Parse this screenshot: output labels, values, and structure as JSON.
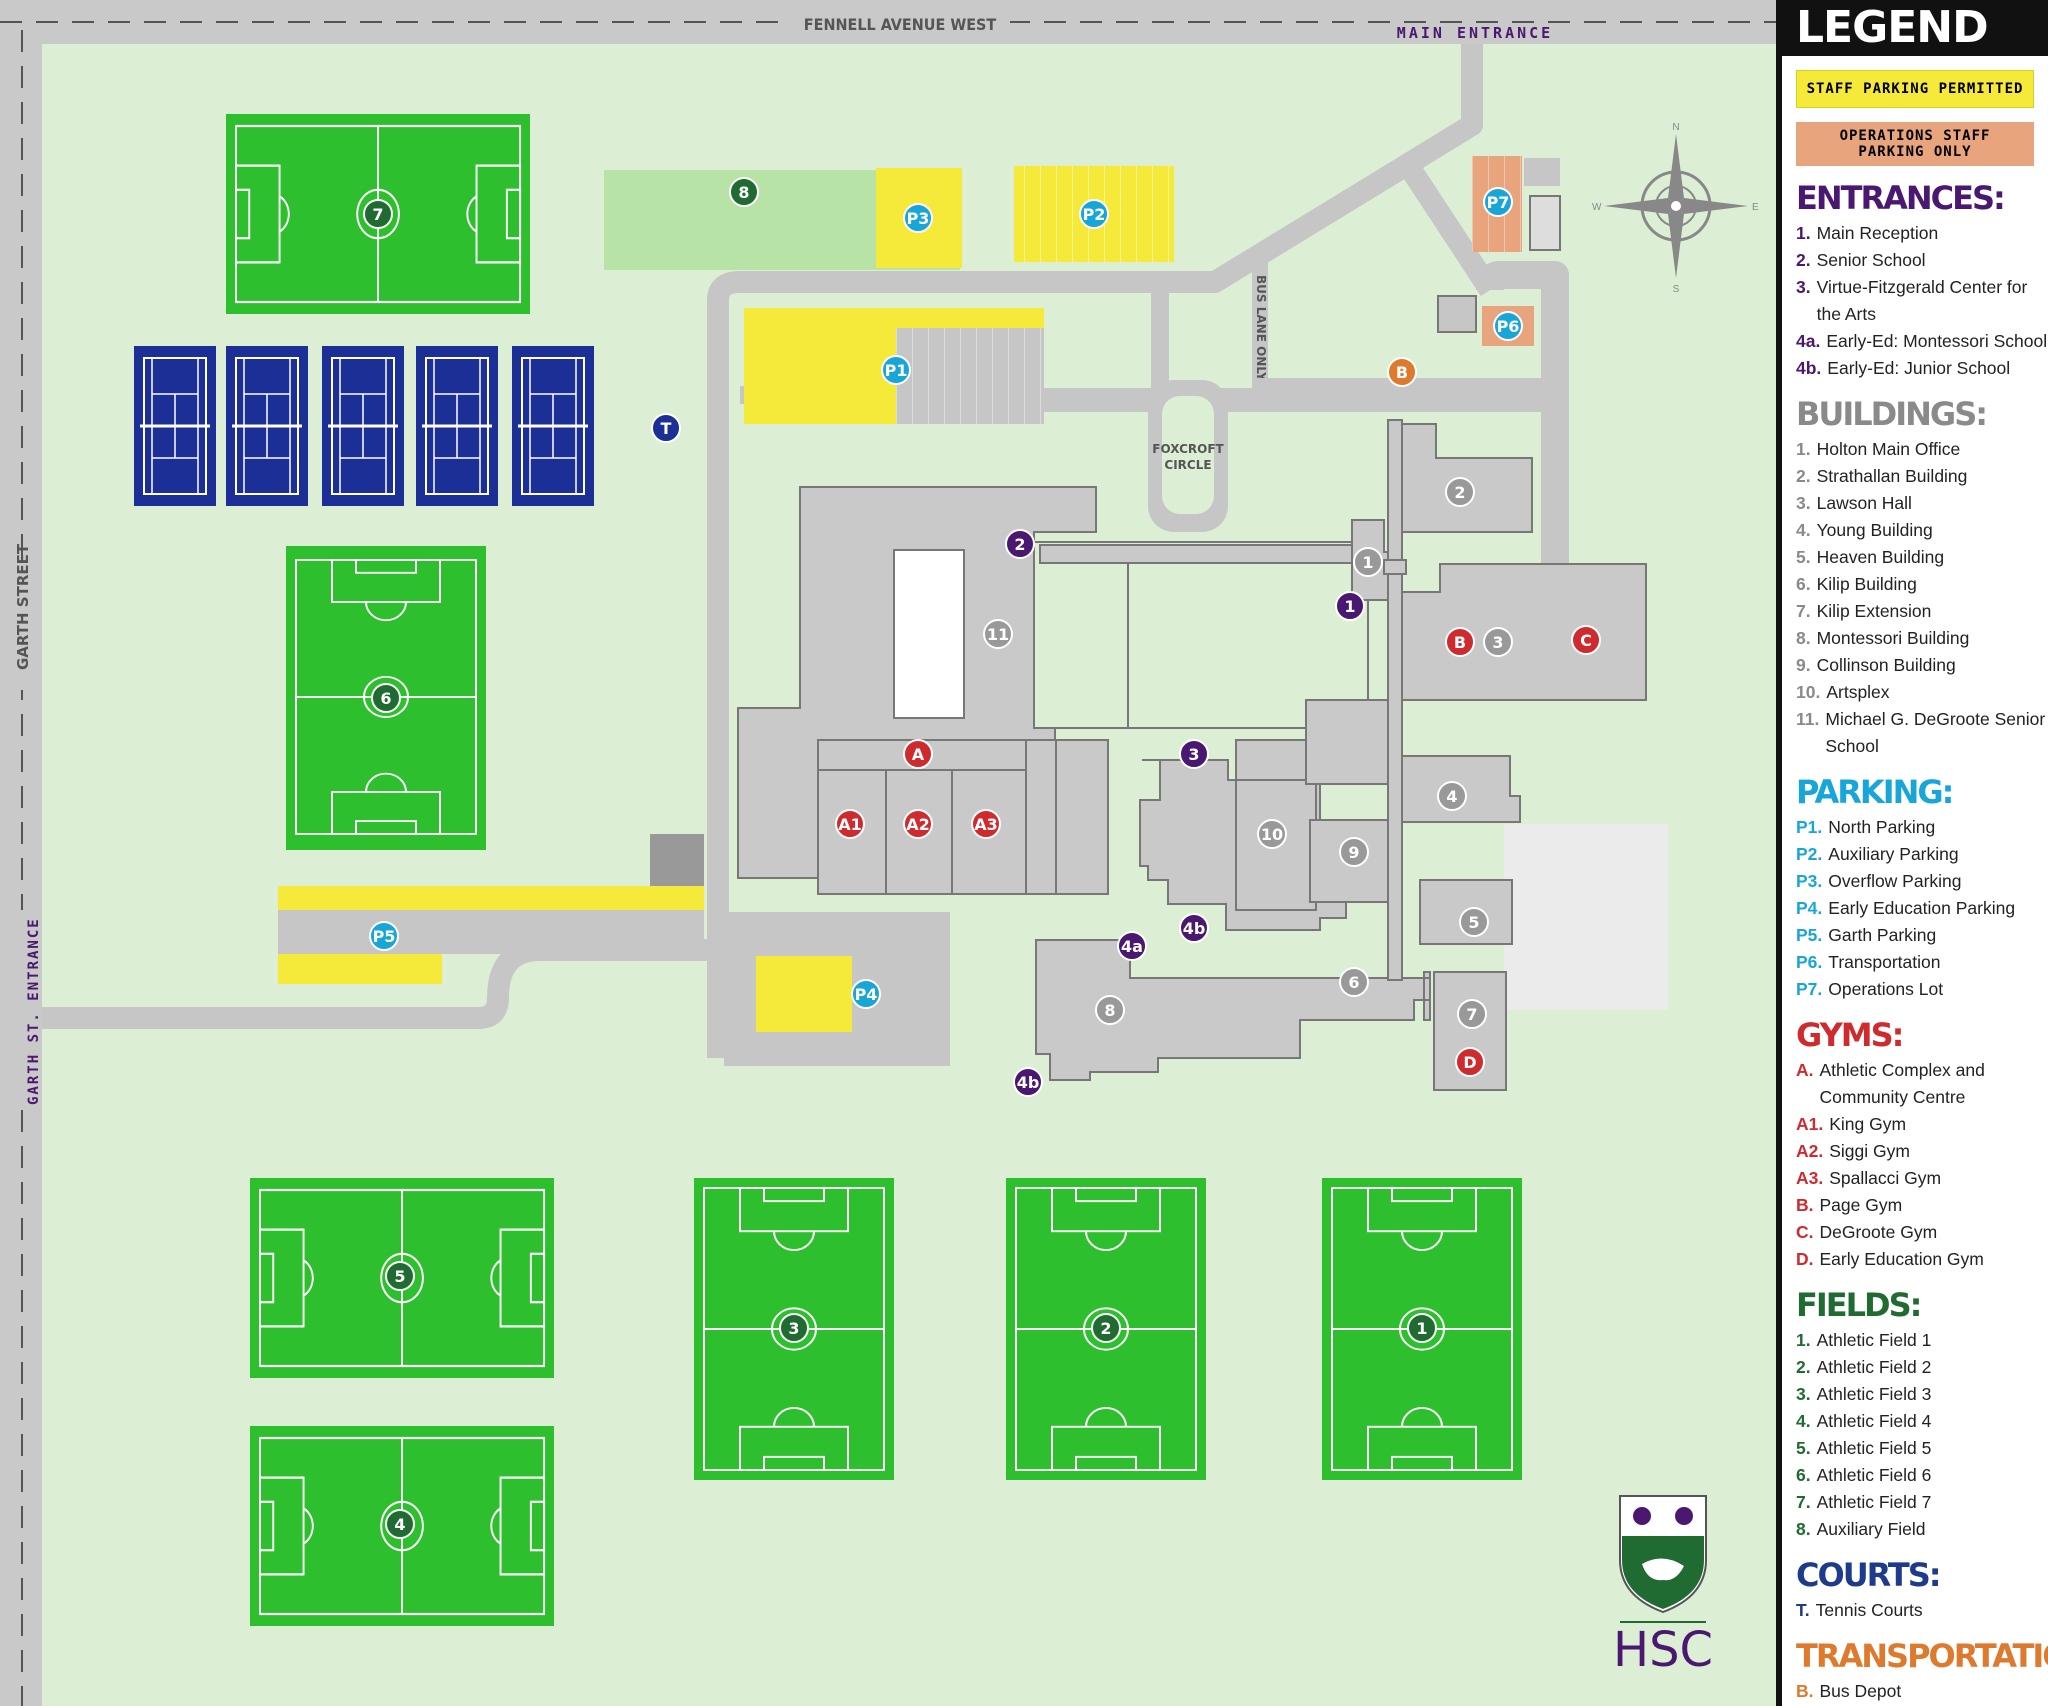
{
  "map": {
    "street_top": "FENNELL AVENUE WEST",
    "main_entrance": "MAIN ENTRANCE",
    "street_left": "GARTH STREET",
    "garth_entrance": "GARTH ST. ENTRANCE",
    "bus_lane": "BUS LANE ONLY",
    "foxcroft_line1": "FOXCROFT",
    "foxcroft_line2": "CIRCLE",
    "compass": {
      "n": "N",
      "s": "S",
      "e": "E",
      "w": "W"
    },
    "logo_text": "HSC",
    "fields": [
      "1",
      "2",
      "3",
      "4",
      "5",
      "6",
      "7",
      "8"
    ],
    "parking": [
      "P1",
      "P2",
      "P3",
      "P4",
      "P5",
      "P6",
      "P7"
    ],
    "buildings": [
      "1",
      "2",
      "3",
      "4",
      "5",
      "6",
      "7",
      "8",
      "9",
      "10",
      "11"
    ],
    "entrances": [
      "1",
      "2",
      "3",
      "4a",
      "4b",
      "4b"
    ],
    "gyms": [
      "A",
      "A1",
      "A2",
      "A3",
      "B",
      "C",
      "D"
    ],
    "court": "T",
    "bus": "B",
    "colors": {
      "grass": "#dcefd5",
      "field": "#2dbf2d",
      "court": "#1c2f97",
      "building": "#c9c9c9",
      "road": "#c6c6c6",
      "parking_staff": "#f5ea3a",
      "parking_ops": "#e7a47d",
      "entrance": "#4a1870",
      "gym": "#cf2b2f",
      "parking_marker": "#18a6d9",
      "field_marker": "#1f6b32",
      "bus": "#de7a2e"
    }
  },
  "legend": {
    "title": "LEGEND",
    "staff_parking": "STAFF PARKING PERMITTED",
    "ops_parking_1": "OPERATIONS STAFF",
    "ops_parking_2": "PARKING ONLY",
    "entrances": {
      "heading": "ENTRANCES:",
      "items": [
        {
          "k": "1.",
          "t": "Main Reception"
        },
        {
          "k": "2.",
          "t": "Senior School"
        },
        {
          "k": "3.",
          "t": "Virtue-Fitzgerald Center for the Arts"
        },
        {
          "k": "4a.",
          "t": "Early-Ed: Montessori School"
        },
        {
          "k": "4b.",
          "t": "Early-Ed: Junior School"
        }
      ]
    },
    "buildings": {
      "heading": "BUILDINGS:",
      "items": [
        {
          "k": "1.",
          "t": "Holton Main Office"
        },
        {
          "k": "2.",
          "t": "Strathallan Building"
        },
        {
          "k": "3.",
          "t": "Lawson Hall"
        },
        {
          "k": "4.",
          "t": "Young Building"
        },
        {
          "k": "5.",
          "t": "Heaven Building"
        },
        {
          "k": "6.",
          "t": "Kilip Building"
        },
        {
          "k": "7.",
          "t": "Kilip Extension"
        },
        {
          "k": "8.",
          "t": "Montessori Building"
        },
        {
          "k": "9.",
          "t": "Collinson Building"
        },
        {
          "k": "10.",
          "t": "Artsplex"
        },
        {
          "k": "11.",
          "t": "Michael G. DeGroote Senior School"
        }
      ]
    },
    "parking": {
      "heading": "PARKING:",
      "items": [
        {
          "k": "P1.",
          "t": "North Parking"
        },
        {
          "k": "P2.",
          "t": "Auxiliary Parking"
        },
        {
          "k": "P3.",
          "t": "Overflow Parking"
        },
        {
          "k": "P4.",
          "t": "Early Education Parking"
        },
        {
          "k": "P5.",
          "t": "Garth Parking"
        },
        {
          "k": "P6.",
          "t": "Transportation"
        },
        {
          "k": "P7.",
          "t": "Operations Lot"
        }
      ]
    },
    "gyms": {
      "heading": "GYMS:",
      "items": [
        {
          "k": "A.",
          "t": "Athletic Complex and Community Centre"
        },
        {
          "k": "A1.",
          "t": "King Gym"
        },
        {
          "k": "A2.",
          "t": "Siggi Gym"
        },
        {
          "k": "A3.",
          "t": "Spallacci Gym"
        },
        {
          "k": "B.",
          "t": "Page Gym"
        },
        {
          "k": "C.",
          "t": "DeGroote Gym"
        },
        {
          "k": "D.",
          "t": "Early Education Gym"
        }
      ]
    },
    "fields": {
      "heading": "FIELDS:",
      "items": [
        {
          "k": "1.",
          "t": "Athletic Field 1"
        },
        {
          "k": "2.",
          "t": "Athletic Field 2"
        },
        {
          "k": "3.",
          "t": "Athletic Field 3"
        },
        {
          "k": "4.",
          "t": "Athletic Field 4"
        },
        {
          "k": "5.",
          "t": "Athletic Field 5"
        },
        {
          "k": "6.",
          "t": "Athletic Field 6"
        },
        {
          "k": "7.",
          "t": "Athletic Field 7"
        },
        {
          "k": "8.",
          "t": "Auxiliary Field"
        }
      ]
    },
    "courts": {
      "heading": "COURTS:",
      "items": [
        {
          "k": "T.",
          "t": "Tennis Courts"
        }
      ]
    },
    "transportation": {
      "heading": "TRANSPORTATION:",
      "items": [
        {
          "k": "B.",
          "t": "Bus Depot"
        }
      ]
    }
  }
}
